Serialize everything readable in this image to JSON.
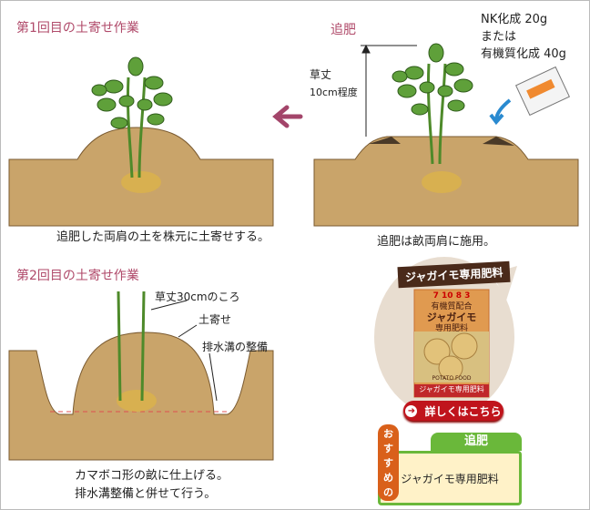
{
  "panel1": {
    "title": "第1回目の土寄せ作業",
    "caption": "追肥した両肩の土を株元に土寄せする。"
  },
  "panel2": {
    "title": "追肥",
    "height_label": "草丈",
    "height_value": "10cm程度",
    "fertilizer_lines": [
      "NK化成 20g",
      "または",
      "有機質化成 40g"
    ],
    "caption": "追肥は畝両肩に施用。"
  },
  "panel3": {
    "title": "第2回目の土寄せ作業",
    "labels": [
      "草丈30cmのころ",
      "土寄せ",
      "排水溝の整備"
    ],
    "caption_lines": [
      "カマボコ形の畝に仕上げる。",
      "排水溝整備と併せて行う。"
    ]
  },
  "product": {
    "banner": "ジャガイモ専用肥料",
    "package_lines": [
      "7 10 8 3",
      "有機質配合",
      "ジャガイモ",
      "専用肥料",
      "POTATO FOOD",
      "ジャガイモ専用肥料"
    ],
    "button_label": "詳しくはこちら",
    "rec_badge": "おすすめの",
    "rec_tab": "追肥",
    "rec_item": "ジャガイモ専用肥料"
  },
  "colors": {
    "title": "#b04a6a",
    "soil": "#c9a46a",
    "arrow": "#a3456a",
    "button": "#c0141c",
    "rec_green": "#6ab83a"
  }
}
